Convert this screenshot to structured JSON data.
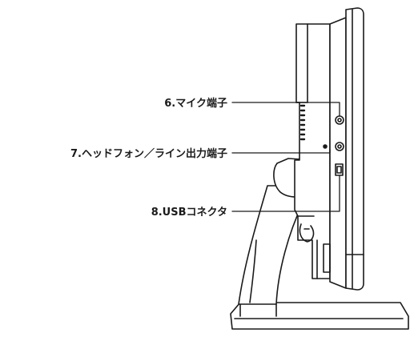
{
  "diagram": {
    "callouts": [
      {
        "id": "mic",
        "text": "6.マイク端子"
      },
      {
        "id": "headphone",
        "text": "7.ヘッドフォン／ライン出力端子"
      },
      {
        "id": "usb",
        "text": "8.USBコネクタ"
      }
    ],
    "colors": {
      "line": "#1a1a1a",
      "fill": "#ffffff",
      "background": "#ffffff"
    }
  }
}
